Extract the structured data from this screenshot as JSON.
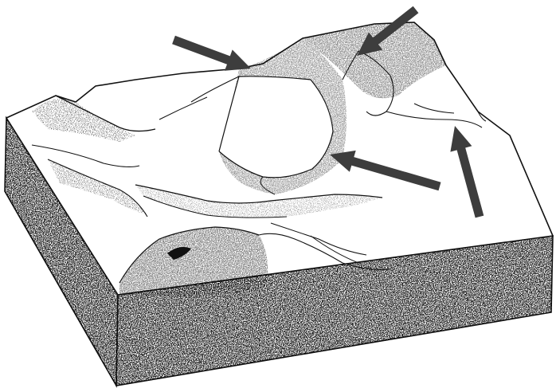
{
  "figure": {
    "kind": "block-diagram",
    "subject": "glaciated-mountain-landscape",
    "colors": {
      "background": "#ffffff",
      "line": "#111111",
      "stipple": "#1a1a1a",
      "arrow": "#3d3d3d"
    },
    "arrows": [
      {
        "name": "arrow-1"
      },
      {
        "name": "arrow-2"
      },
      {
        "name": "arrow-3"
      },
      {
        "name": "arrow-4"
      }
    ]
  }
}
